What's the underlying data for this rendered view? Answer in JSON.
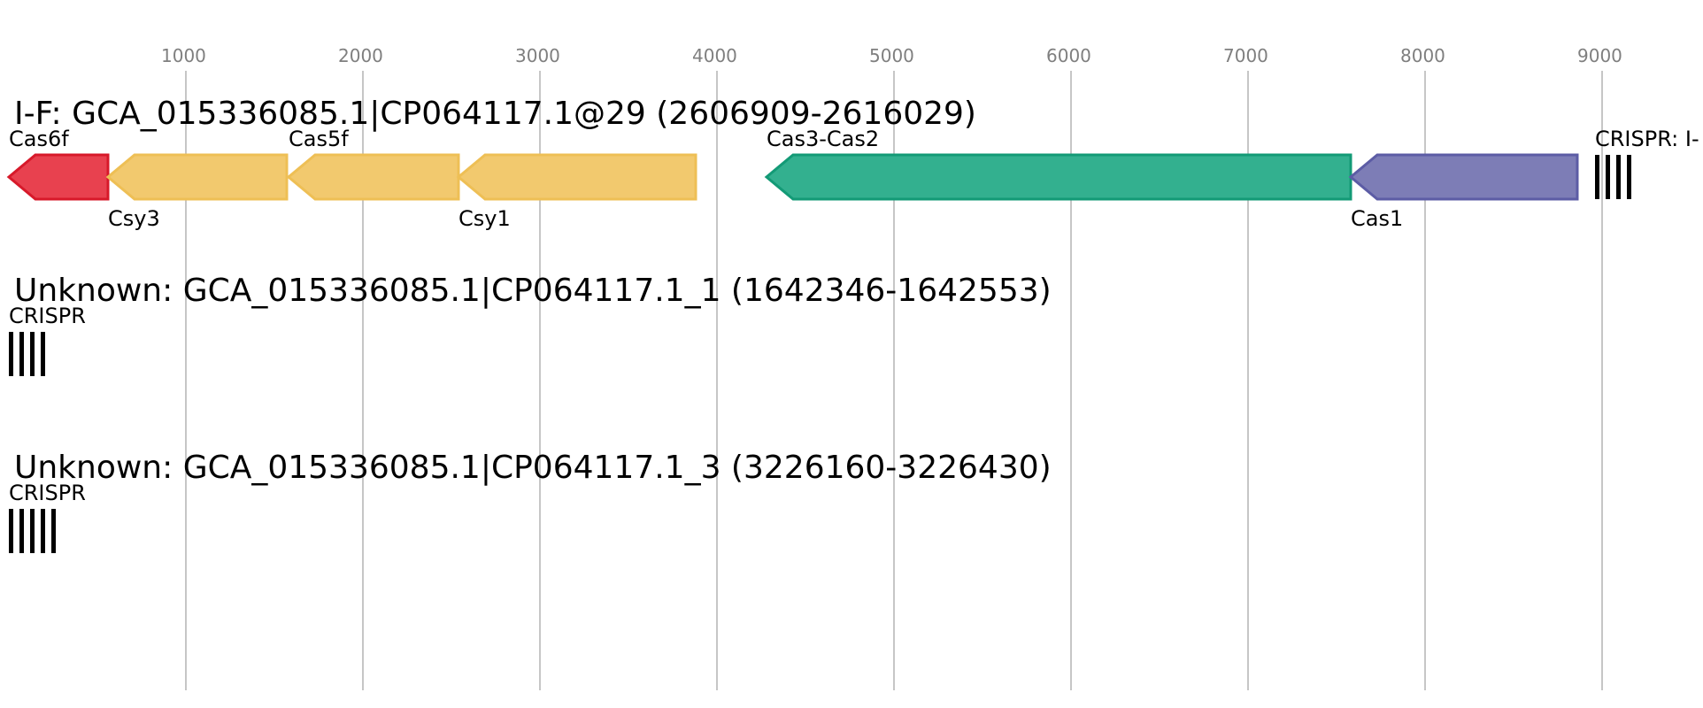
{
  "axis": {
    "ticks": [
      {
        "value": 1000,
        "label": "1000"
      },
      {
        "value": 2000,
        "label": "2000"
      },
      {
        "value": 3000,
        "label": "3000"
      },
      {
        "value": 4000,
        "label": "4000"
      },
      {
        "value": 5000,
        "label": "5000"
      },
      {
        "value": 6000,
        "label": "6000"
      },
      {
        "value": 7000,
        "label": "7000"
      },
      {
        "value": 8000,
        "label": "8000"
      },
      {
        "value": 9000,
        "label": "9000"
      }
    ],
    "gridline_color": "#b3b3b3",
    "tick_label_color": "#7f7f7f"
  },
  "tracks": [
    {
      "title": "I-F: GCA_015336085.1|CP064117.1@29 (2606909-2616029)",
      "features": [
        {
          "label": "Cas6f",
          "start": 0,
          "end": 560,
          "strand": "-",
          "color": "#e8414f",
          "edge": "#d7192a",
          "label_pos": "above"
        },
        {
          "label": "Csy3",
          "start": 560,
          "end": 1570,
          "strand": "-",
          "color": "#f2c96e",
          "edge": "#eebf55",
          "label_pos": "below"
        },
        {
          "label": "Cas5f",
          "start": 1580,
          "end": 2540,
          "strand": "-",
          "color": "#f2c96e",
          "edge": "#eebf55",
          "label_pos": "above"
        },
        {
          "label": "Csy1",
          "start": 2540,
          "end": 3880,
          "strand": "-",
          "color": "#f2c96e",
          "edge": "#eebf55",
          "label_pos": "below"
        },
        {
          "label": "Cas3-Cas2",
          "start": 4280,
          "end": 7580,
          "strand": "-",
          "color": "#33b08f",
          "edge": "#139a76",
          "label_pos": "above"
        },
        {
          "label": "Cas1",
          "start": 7580,
          "end": 8860,
          "strand": "-",
          "color": "#7d7db6",
          "edge": "#5c5ca5",
          "label_pos": "below"
        }
      ],
      "crispr": {
        "label": "CRISPR: I-",
        "position": 8960,
        "repeats": 4
      }
    },
    {
      "title": "Unknown: GCA_015336085.1|CP064117.1_1 (1642346-1642553)",
      "features": [],
      "crispr": {
        "label": "CRISPR",
        "position": 0,
        "repeats": 4
      }
    },
    {
      "title": "Unknown: GCA_015336085.1|CP064117.1_3 (3226160-3226430)",
      "features": [],
      "crispr": {
        "label": "CRISPR",
        "position": 0,
        "repeats": 5
      }
    }
  ]
}
